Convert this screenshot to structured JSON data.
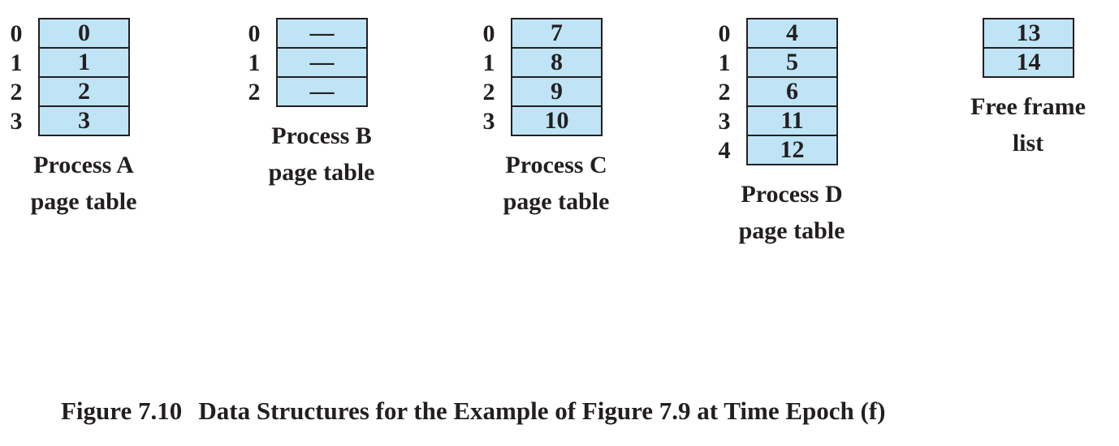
{
  "colors": {
    "cell_fill": "#bfe4f5",
    "border": "#231f20",
    "text": "#231f20"
  },
  "tables": [
    {
      "name": "Process A page table",
      "label_line1": "Process A",
      "label_line2": "page table",
      "rows": [
        {
          "index": "0",
          "value": "0"
        },
        {
          "index": "1",
          "value": "1"
        },
        {
          "index": "2",
          "value": "2"
        },
        {
          "index": "3",
          "value": "3"
        }
      ]
    },
    {
      "name": "Process B page table",
      "label_line1": "Process B",
      "label_line2": "page table",
      "rows": [
        {
          "index": "0",
          "value": "—"
        },
        {
          "index": "1",
          "value": "—"
        },
        {
          "index": "2",
          "value": "—"
        }
      ]
    },
    {
      "name": "Process C page table",
      "label_line1": "Process C",
      "label_line2": "page table",
      "rows": [
        {
          "index": "0",
          "value": "7"
        },
        {
          "index": "1",
          "value": "8"
        },
        {
          "index": "2",
          "value": "9"
        },
        {
          "index": "3",
          "value": "10"
        }
      ]
    },
    {
      "name": "Process D page table",
      "label_line1": "Process D",
      "label_line2": "page table",
      "rows": [
        {
          "index": "0",
          "value": "4"
        },
        {
          "index": "1",
          "value": "5"
        },
        {
          "index": "2",
          "value": "6"
        },
        {
          "index": "3",
          "value": "11"
        },
        {
          "index": "4",
          "value": "12"
        }
      ]
    },
    {
      "name": "Free frame list",
      "label_line1": "Free frame",
      "label_line2": "list",
      "rows": [
        {
          "index": "",
          "value": "13"
        },
        {
          "index": "",
          "value": "14"
        }
      ]
    }
  ],
  "caption": {
    "label": "Figure 7.10",
    "text": "Data Structures for the Example of Figure 7.9 at Time Epoch (f)"
  }
}
